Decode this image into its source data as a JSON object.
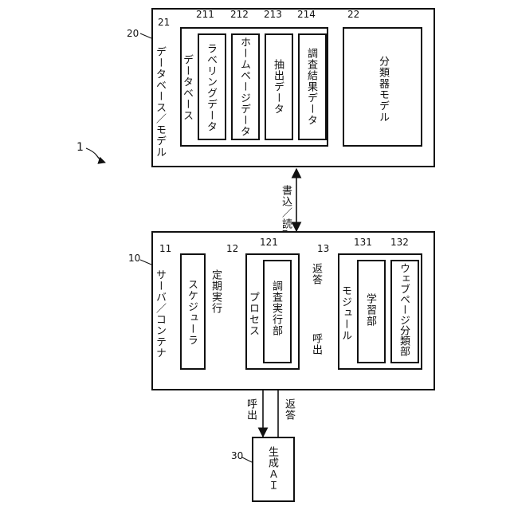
{
  "diagram_ref": "1",
  "database_model": {
    "ref": "20",
    "label": "データベース／モデル",
    "database": {
      "ref": "21",
      "label": "データベース",
      "items": [
        {
          "ref": "211",
          "label": "ラベリングデータ"
        },
        {
          "ref": "212",
          "label": "ホームページデータ"
        },
        {
          "ref": "213",
          "label": "抽出データ"
        },
        {
          "ref": "214",
          "label": "調査結果データ"
        }
      ]
    },
    "classifier_model": {
      "ref": "22",
      "label": "分類器モデル"
    }
  },
  "server_container": {
    "ref": "10",
    "label": "サーバ／コンテナ",
    "scheduler": {
      "ref": "11",
      "label": "スケジューラ"
    },
    "process": {
      "ref": "12",
      "label": "プロセス",
      "survey_exec": {
        "ref": "121",
        "label": "調査実行部"
      }
    },
    "module": {
      "ref": "13",
      "label": "モジュール",
      "learning": {
        "ref": "131",
        "label": "学習部"
      },
      "web_classifier": {
        "ref": "132",
        "label": "ウェブページ分類部"
      }
    }
  },
  "generative_ai": {
    "ref": "30",
    "label": "生成ＡＩ"
  },
  "edges": {
    "rw": "書込／読取",
    "periodic": "定期実行",
    "call_module": "呼出",
    "return_module": "返答",
    "call_ai": "呼出",
    "return_ai": "返答"
  }
}
